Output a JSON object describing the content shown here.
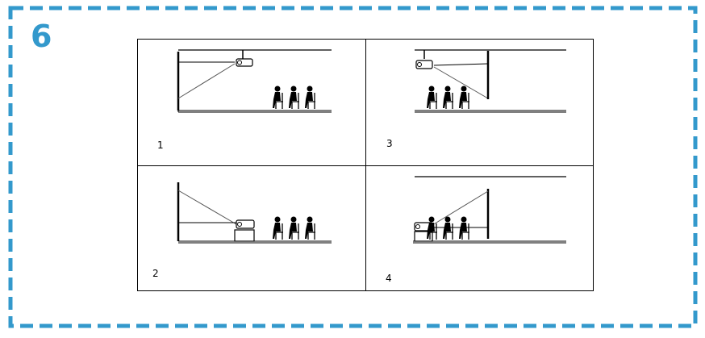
{
  "step": {
    "number": "6"
  },
  "colors": {
    "frame": "#3399cc",
    "line": "#000000",
    "person": "#000000"
  },
  "panels": [
    {
      "label": "1",
      "mount": "ceiling",
      "projection": "front"
    },
    {
      "label": "2",
      "mount": "table",
      "projection": "front"
    },
    {
      "label": "3",
      "mount": "ceiling",
      "projection": "rear"
    },
    {
      "label": "4",
      "mount": "table",
      "projection": "rear"
    }
  ]
}
